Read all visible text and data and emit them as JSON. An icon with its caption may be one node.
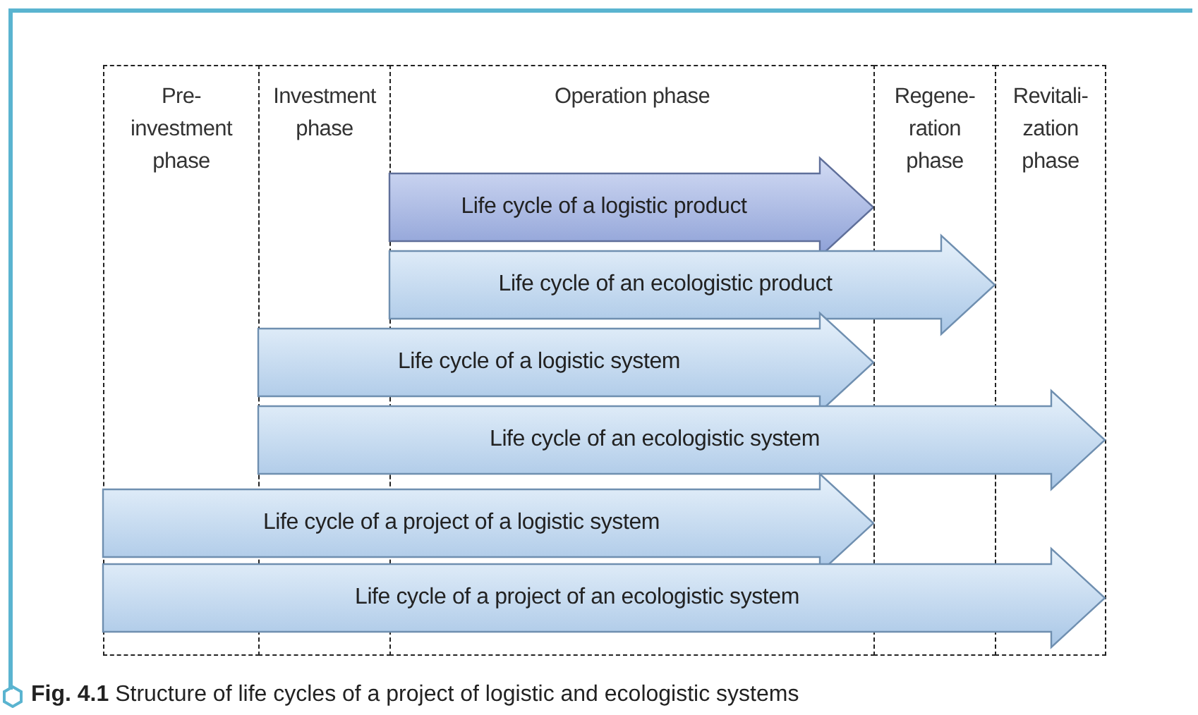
{
  "diagram": {
    "caption": "**Fig. 4.1** Structure of life cycles of a project of logistic and ecologistic systems",
    "nodes": [
      {
        "text": [
          "Pre- investment phase"
        ]
      },
      {
        "text": [
          "Investment phase"
        ]
      },
      {
        "text": [
          "Operation phase"
        ]
      },
      {
        "text": [
          "Regene- ration phase"
        ]
      },
      {
        "text": [
          "Revitali- zation phase"
        ]
      },
      {
        "text": [
          "Life cycle of a logistic product"
        ],
        "in": 2
      },
      {
        "text": [
          "Life cycle of an ecologistic product"
        ]
      },
      {
        "text": [
          "Life cycle of a logistic system"
        ]
      },
      {
        "text": [
          "Life cycle of an ecologistic system"
        ]
      },
      {
        "text": [
          "Life cycle of a project of a logistic system"
        ]
      },
      {
        "text": [
          "Life cycle of a project of an ecologistic system"
        ]
      }
    ]
  }
}
